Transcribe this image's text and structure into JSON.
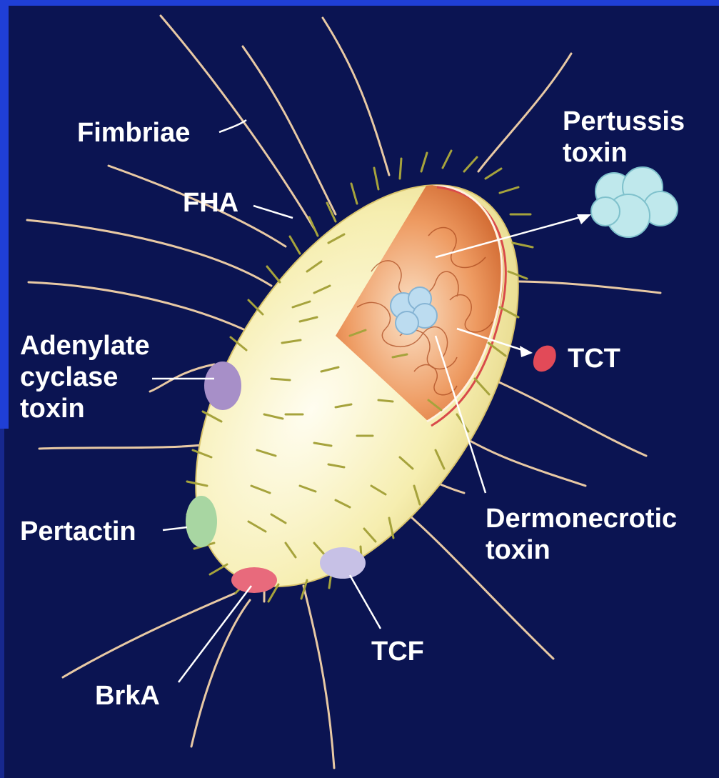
{
  "labels": {
    "fimbriae": "Fimbriae",
    "pertussis_toxin": "Pertussis\ntoxin",
    "fha": "FHA",
    "adenylate_cyclase_toxin": "Adenylate\ncyclase\ntoxin",
    "tct": "TCT",
    "pertactin": "Pertactin",
    "dermonecrotic_toxin": "Dermonecrotic\ntoxin",
    "tcf": "TCF",
    "brka": "BrkA"
  },
  "colors": {
    "background": "#0b1452",
    "accent_bar": "#1f3fd6",
    "cell_body": "#f6eeb0",
    "cytoplasm": "#e0733a",
    "fimbriae_strand": "#e8c9a4",
    "pili": "#a6a33c",
    "pertussis_toxin": "#bfe8ec",
    "dermonecrotic_toxin": "#bcdcf0",
    "tct": "#e24a58",
    "adenylate_cyclase_toxin": "#a78fc8",
    "pertactin": "#a8d6a2",
    "brka": "#e86a7c",
    "tcf": "#c7c1e6"
  }
}
